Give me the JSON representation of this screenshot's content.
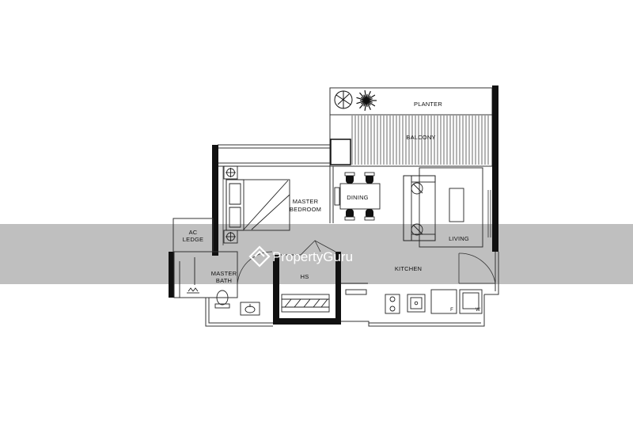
{
  "rooms": {
    "planter": "PLANTER",
    "balcony": "BALCONY",
    "dining": "DINING",
    "master_bedroom_line1": "MASTER",
    "master_bedroom_line2": "BEDROOM",
    "living": "LIVING",
    "ac_ledge_line1": "AC",
    "ac_ledge_line2": "LEDGE",
    "master_bath_line1": "MASTER",
    "master_bath_line2": "BATH",
    "hs": "HS",
    "kitchen": "KITCHEN"
  },
  "appliance_marks": {
    "fridge": "F",
    "washer": "W"
  },
  "watermark": {
    "text": "PropertyGuru"
  },
  "colors": {
    "wall": "#111111",
    "line": "#333333",
    "watermark_band": "#8a8a8a"
  }
}
